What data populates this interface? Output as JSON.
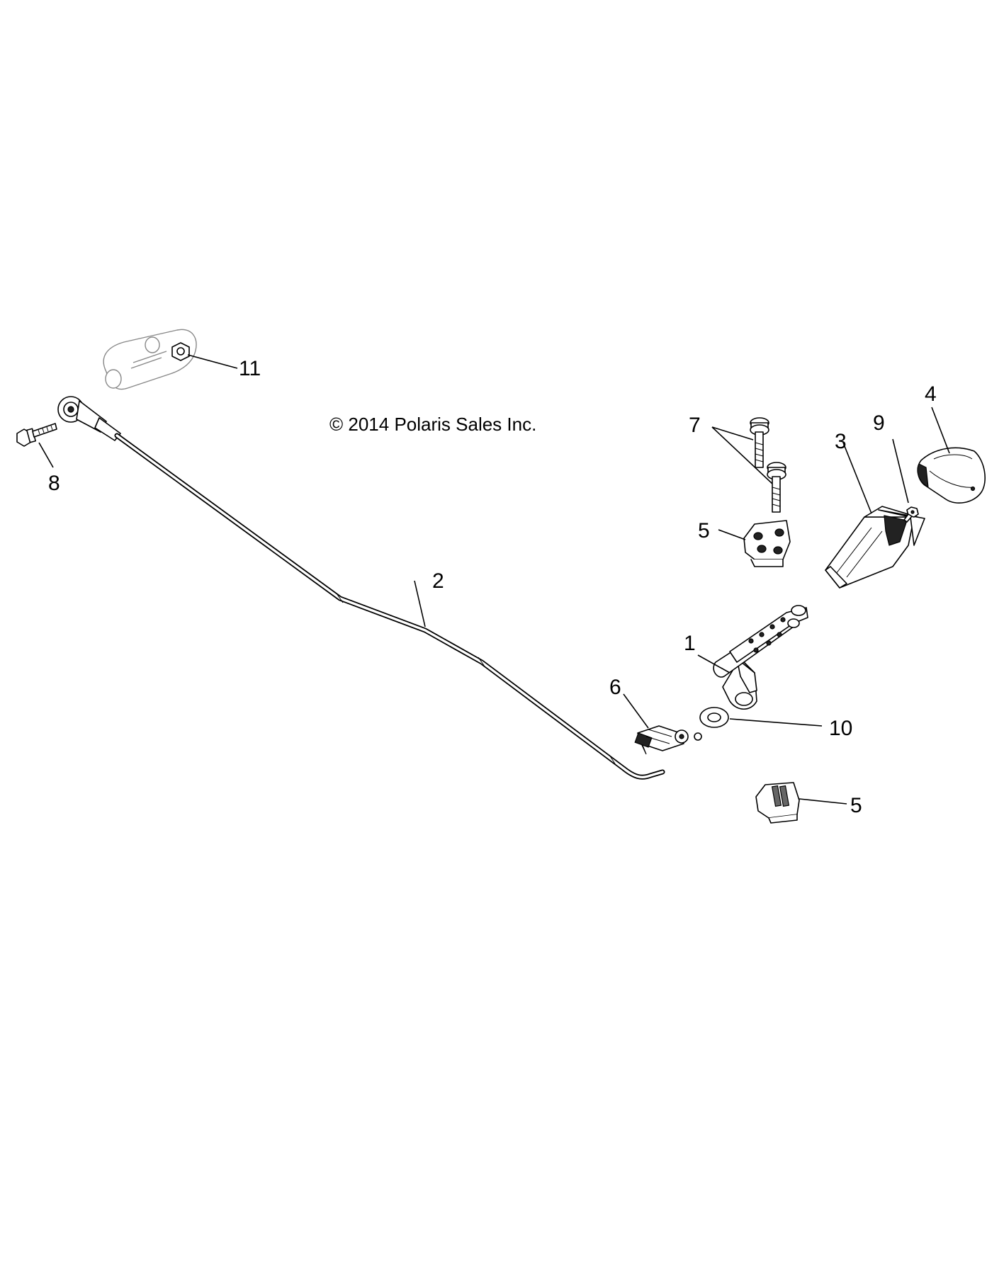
{
  "copyright": "© 2014 Polaris Sales Inc.",
  "callouts": {
    "c1": "1",
    "c2": "2",
    "c3": "3",
    "c4": "4",
    "c5a": "5",
    "c5b": "5",
    "c6": "6",
    "c7": "7",
    "c8": "8",
    "c9": "9",
    "c10": "10",
    "c11": "11"
  }
}
